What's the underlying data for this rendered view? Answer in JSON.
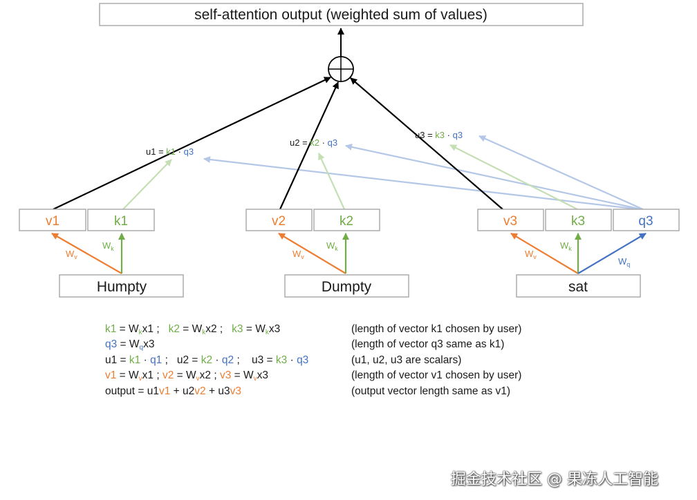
{
  "output_box": {
    "label": "self-attention output (weighted sum of values)"
  },
  "sum_node": {
    "symbol": "⊕"
  },
  "scores": [
    {
      "name": "u1",
      "eq": " = ",
      "k": "k1",
      "dot": " · ",
      "q": "q3"
    },
    {
      "name": "u2",
      "eq": " = ",
      "k": "k2",
      "dot": " · ",
      "q": "q3"
    },
    {
      "name": "u3",
      "eq": " = ",
      "k": "k3",
      "dot": " · ",
      "q": "q3"
    }
  ],
  "tokens": [
    {
      "word": "Humpty",
      "v": "v1",
      "k": "k1"
    },
    {
      "word": "Dumpty",
      "v": "v2",
      "k": "k2"
    },
    {
      "word": "sat",
      "v": "v3",
      "k": "k3",
      "q": "q3"
    }
  ],
  "weights": {
    "letter": "W",
    "v": "v",
    "k": "k",
    "q": "q"
  },
  "colors": {
    "key": "#70ad47",
    "query": "#4472c4",
    "value": "#ed7d31",
    "key_light": "#c5dfb4",
    "query_light": "#b4c7e7",
    "line": "#000000"
  },
  "formulas": [
    {
      "parts": [
        [
          "k1",
          "g"
        ],
        [
          " = W",
          ""
        ],
        [
          "k",
          "g sub"
        ],
        [
          "x1 ;   ",
          ""
        ],
        [
          "k2",
          "g"
        ],
        [
          " = W",
          ""
        ],
        [
          "k",
          "g sub"
        ],
        [
          "x2 ;   ",
          ""
        ],
        [
          "k3",
          "g"
        ],
        [
          " = W",
          ""
        ],
        [
          "k",
          "g sub"
        ],
        [
          "x3",
          ""
        ]
      ],
      "comment": "(length of vector k1 chosen by user)"
    },
    {
      "parts": [
        [
          "q3",
          "b"
        ],
        [
          " = W",
          ""
        ],
        [
          "q",
          "b sub"
        ],
        [
          "x3",
          ""
        ]
      ],
      "comment": "(length of vector q3 same as k1)"
    },
    {
      "parts": [
        [
          "u1 = ",
          ""
        ],
        [
          "k1",
          "g"
        ],
        [
          " · ",
          ""
        ],
        [
          "q1",
          "b"
        ],
        [
          " ;   u2 = ",
          ""
        ],
        [
          "k2",
          "g"
        ],
        [
          " · ",
          ""
        ],
        [
          "q2",
          "b"
        ],
        [
          " ;    u3 = ",
          ""
        ],
        [
          "k3",
          "g"
        ],
        [
          " · ",
          ""
        ],
        [
          "q3",
          "b"
        ]
      ],
      "comment": "(u1, u2, u3 are scalars)"
    },
    {
      "parts": [
        [
          "v1",
          "o"
        ],
        [
          " = W",
          ""
        ],
        [
          "v",
          "o sub"
        ],
        [
          "x1 ; ",
          ""
        ],
        [
          "v2",
          "o"
        ],
        [
          " = W",
          ""
        ],
        [
          "v",
          "o sub"
        ],
        [
          "x2 ; ",
          ""
        ],
        [
          "v3",
          "o"
        ],
        [
          " = W",
          ""
        ],
        [
          "v",
          "o sub"
        ],
        [
          "x3",
          ""
        ]
      ],
      "comment": "(length of vector v1 chosen by user)"
    },
    {
      "parts": [
        [
          "output = u1",
          ""
        ],
        [
          "v1",
          "o"
        ],
        [
          " + u2",
          ""
        ],
        [
          "v2",
          "o"
        ],
        [
          " + u3",
          ""
        ],
        [
          "v3",
          "o"
        ]
      ],
      "comment": "(output vector length same as v1)"
    }
  ],
  "watermark": "掘金技术社区 @ 果冻人工智能"
}
